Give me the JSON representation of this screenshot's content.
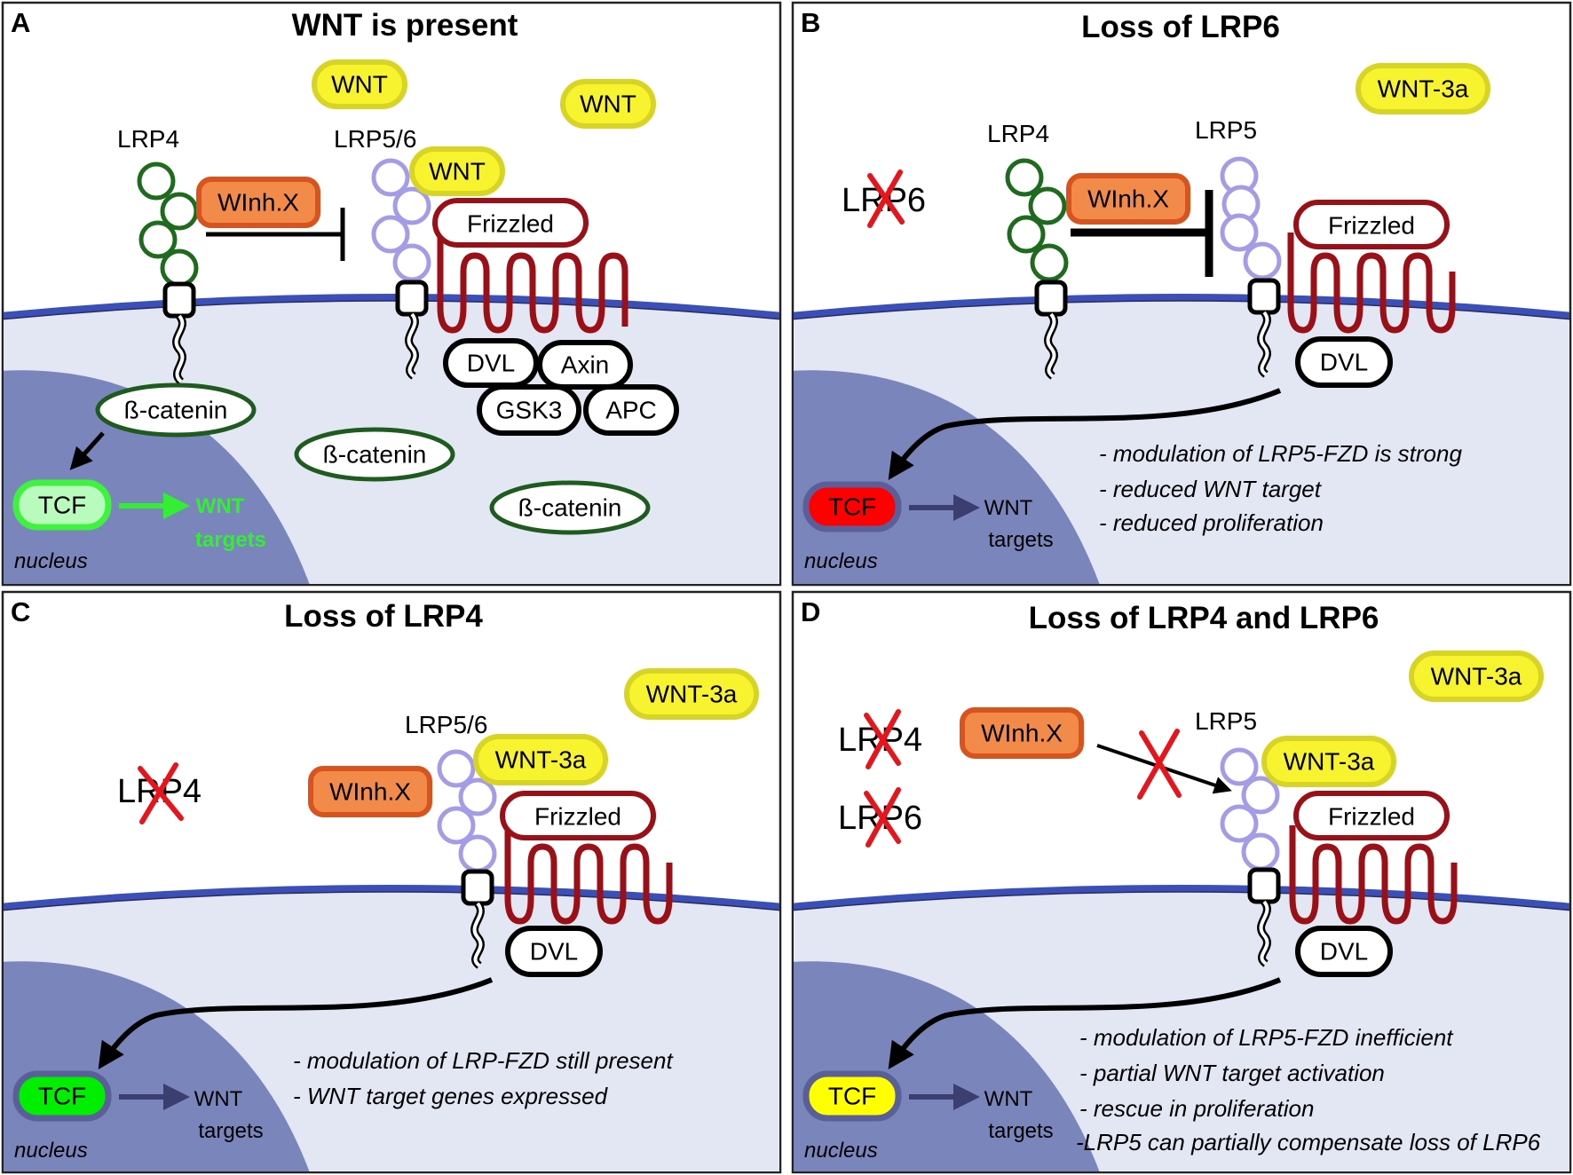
{
  "panels": [
    {
      "letter": "A",
      "title": "WNT is present",
      "ligands": [
        "WNT",
        "WNT",
        "WNT"
      ],
      "receptors": {
        "lrp4": "LRP4",
        "lrp56": "LRP5/6",
        "inhibitor": "WInh.X",
        "frizzled": "Frizzled"
      },
      "complex": {
        "dvl": "DVL",
        "axin": "Axin",
        "gsk3": "GSK3",
        "apc": "APC"
      },
      "catenin": [
        "ß-catenin",
        "ß-catenin",
        "ß-catenin"
      ],
      "tcf": "TCF",
      "targets": [
        "WNT",
        "targets"
      ],
      "nucleus": "nucleus"
    },
    {
      "letter": "B",
      "title": "Loss of LRP6",
      "ligand": "WNT-3a",
      "lost": [
        "LRP6"
      ],
      "receptors": {
        "lrp4": "LRP4",
        "lrp5": "LRP5",
        "inhibitor": "WInh.X",
        "frizzled": "Frizzled",
        "dvl": "DVL"
      },
      "tcf": "TCF",
      "targets": [
        "WNT",
        "targets"
      ],
      "nucleus": "nucleus",
      "notes": [
        "- modulation of LRP5-FZD is strong",
        "- reduced WNT target",
        "- reduced proliferation"
      ]
    },
    {
      "letter": "C",
      "title": "Loss of LRP4",
      "ligands": [
        "WNT-3a",
        "WNT-3a"
      ],
      "lost": [
        "LRP4"
      ],
      "receptors": {
        "lrp56": "LRP5/6",
        "inhibitor": "WInh.X",
        "frizzled": "Frizzled",
        "dvl": "DVL"
      },
      "tcf": "TCF",
      "targets": [
        "WNT",
        "targets"
      ],
      "nucleus": "nucleus",
      "notes": [
        "- modulation of LRP-FZD still present",
        "- WNT target genes expressed"
      ]
    },
    {
      "letter": "D",
      "title": "Loss of LRP4 and LRP6",
      "ligands": [
        "WNT-3a",
        "WNT-3a"
      ],
      "lost": [
        "LRP4",
        "LRP6"
      ],
      "receptors": {
        "lrp5": "LRP5",
        "inhibitor": "WInh.X",
        "frizzled": "Frizzled",
        "dvl": "DVL"
      },
      "tcf": "TCF",
      "targets": [
        "WNT",
        "targets"
      ],
      "nucleus": "nucleus",
      "notes": [
        "- modulation of LRP5-FZD inefficient",
        "- partial WNT target  activation",
        "- rescue in proliferation",
        "-LRP5 can partially compensate loss of LRP6"
      ]
    }
  ],
  "colors": {
    "cytoplasm": "#e3e7f4",
    "nucleus": "#7a86bb",
    "membrane": "#3a4fb8",
    "wnt_fill": "#f7f32f",
    "wnt_stroke": "#d8d423",
    "inhibitor_fill": "#f28a4a",
    "inhibitor_stroke": "#d9531e",
    "frizzled": "#9a1016",
    "lrp4_ring": "#1e6b1e",
    "lrp56_ring": "#a59ce8",
    "catenin_ring": "#1e5b1e",
    "tcf_a": "#b9fbbc",
    "tcf_a_ring": "#3ef23e",
    "tcf_b": "#ff0000",
    "tcf_c": "#00ee00",
    "tcf_d": "#ffff00",
    "tcf_ring": "#5a5f9a",
    "target_green": "#33ee33",
    "target_arrow": "#3a3f70",
    "cross": "#e8141b"
  }
}
